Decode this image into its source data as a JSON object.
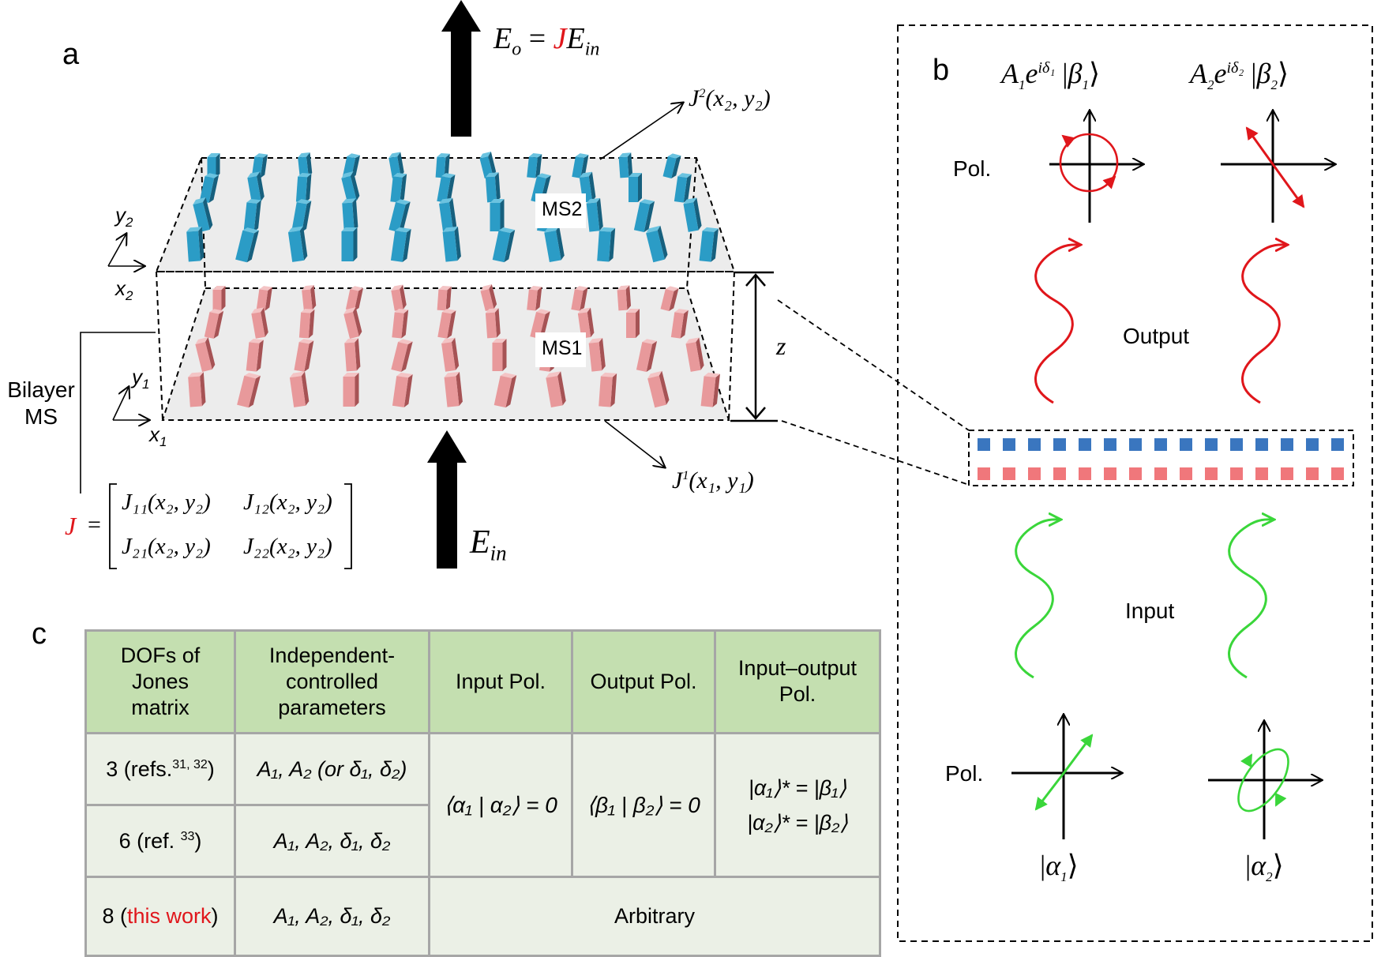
{
  "panels": {
    "a": "a",
    "b": "b",
    "c": "c"
  },
  "panel_a": {
    "ms2_label": "MS2",
    "ms1_label": "MS1",
    "z_label": "z",
    "bilayer_label_line1": "Bilayer",
    "bilayer_label_line2": "MS",
    "axis2": {
      "x": "x",
      "x_sub": "2",
      "y": "y",
      "y_sub": "2"
    },
    "axis1": {
      "x": "x",
      "x_sub": "1",
      "y": "y",
      "y_sub": "1"
    },
    "eq_out": {
      "lhs": "E",
      "lhs_sub": "o",
      "eq": " = ",
      "j": "J",
      "e": "E",
      "e_sub": "in"
    },
    "e_in": {
      "e": "E",
      "sub": "in"
    },
    "j2_label": {
      "j": "J",
      "sup": "2",
      "args": "(x₂, y₂)"
    },
    "j1_label": {
      "j": "J",
      "sup": "1",
      "args": "(x₁, y₁)"
    },
    "jones": {
      "lhs": "J",
      "eq": "=",
      "m11": "J₁₁(x₂, y₂)",
      "m12": "J₁₂(x₂, y₂)",
      "m21": "J₂₁(x₂, y₂)",
      "m22": "J₂₂(x₂, y₂)"
    }
  },
  "panel_b": {
    "out1": "A₁e^{iδ₁} |β₁⟩",
    "out1_parts": {
      "a": "A",
      "a_sub": "1",
      "e": "e",
      "exp": "iδ₁",
      "ket": "β",
      "ket_sub": "1"
    },
    "out2_parts": {
      "a": "A",
      "a_sub": "2",
      "e": "e",
      "exp": "iδ₂",
      "ket": "β",
      "ket_sub": "2"
    },
    "pol_top": "Pol.",
    "pol_bottom": "Pol.",
    "output_label": "Output",
    "input_label": "Input",
    "in1": {
      "ket": "α",
      "ket_sub": "1"
    },
    "in2": {
      "ket": "α",
      "ket_sub": "2"
    }
  },
  "table": {
    "headers": [
      "DOFs of Jones matrix",
      "Independent-controlled parameters",
      "Input Pol.",
      "Output Pol.",
      "Input–output Pol."
    ],
    "header_lines": [
      [
        "DOFs of",
        "Jones",
        "matrix"
      ],
      [
        "Independent-",
        "controlled",
        "parameters"
      ],
      [
        "Input Pol."
      ],
      [
        "Output Pol."
      ],
      [
        "Input–output",
        "Pol."
      ]
    ],
    "rows": [
      {
        "dof": "3 (refs.",
        "ref": "31, 32",
        "dof_end": ")",
        "params": "A₁, A₂ (or δ₁, δ₂)"
      },
      {
        "dof": "6 (ref. ",
        "ref": "33",
        "dof_end": ")",
        "params": "A₁, A₂, δ₁, δ₂"
      },
      {
        "dof": "8 (",
        "highlight": "this work",
        "dof_end": ")",
        "params": "A₁, A₂, δ₁, δ₂",
        "merged": "Arbitrary"
      }
    ],
    "input_cond": "⟨α₁ | α₂⟩ = 0",
    "output_cond": "⟨β₁ | β₂⟩ = 0",
    "io_cond": [
      "|α₁⟩* = |β₁⟩",
      "|α₂⟩* = |β₂⟩"
    ]
  },
  "colors": {
    "ms2": "#2a8fb8",
    "ms1": "#e58f91",
    "red": "#e0161b",
    "green": "#3ad63a",
    "table_head": "#c4dfb0",
    "table_body": "#ebf0e6",
    "blue_square": "#3a76bf",
    "pink_square": "#f0777b"
  }
}
